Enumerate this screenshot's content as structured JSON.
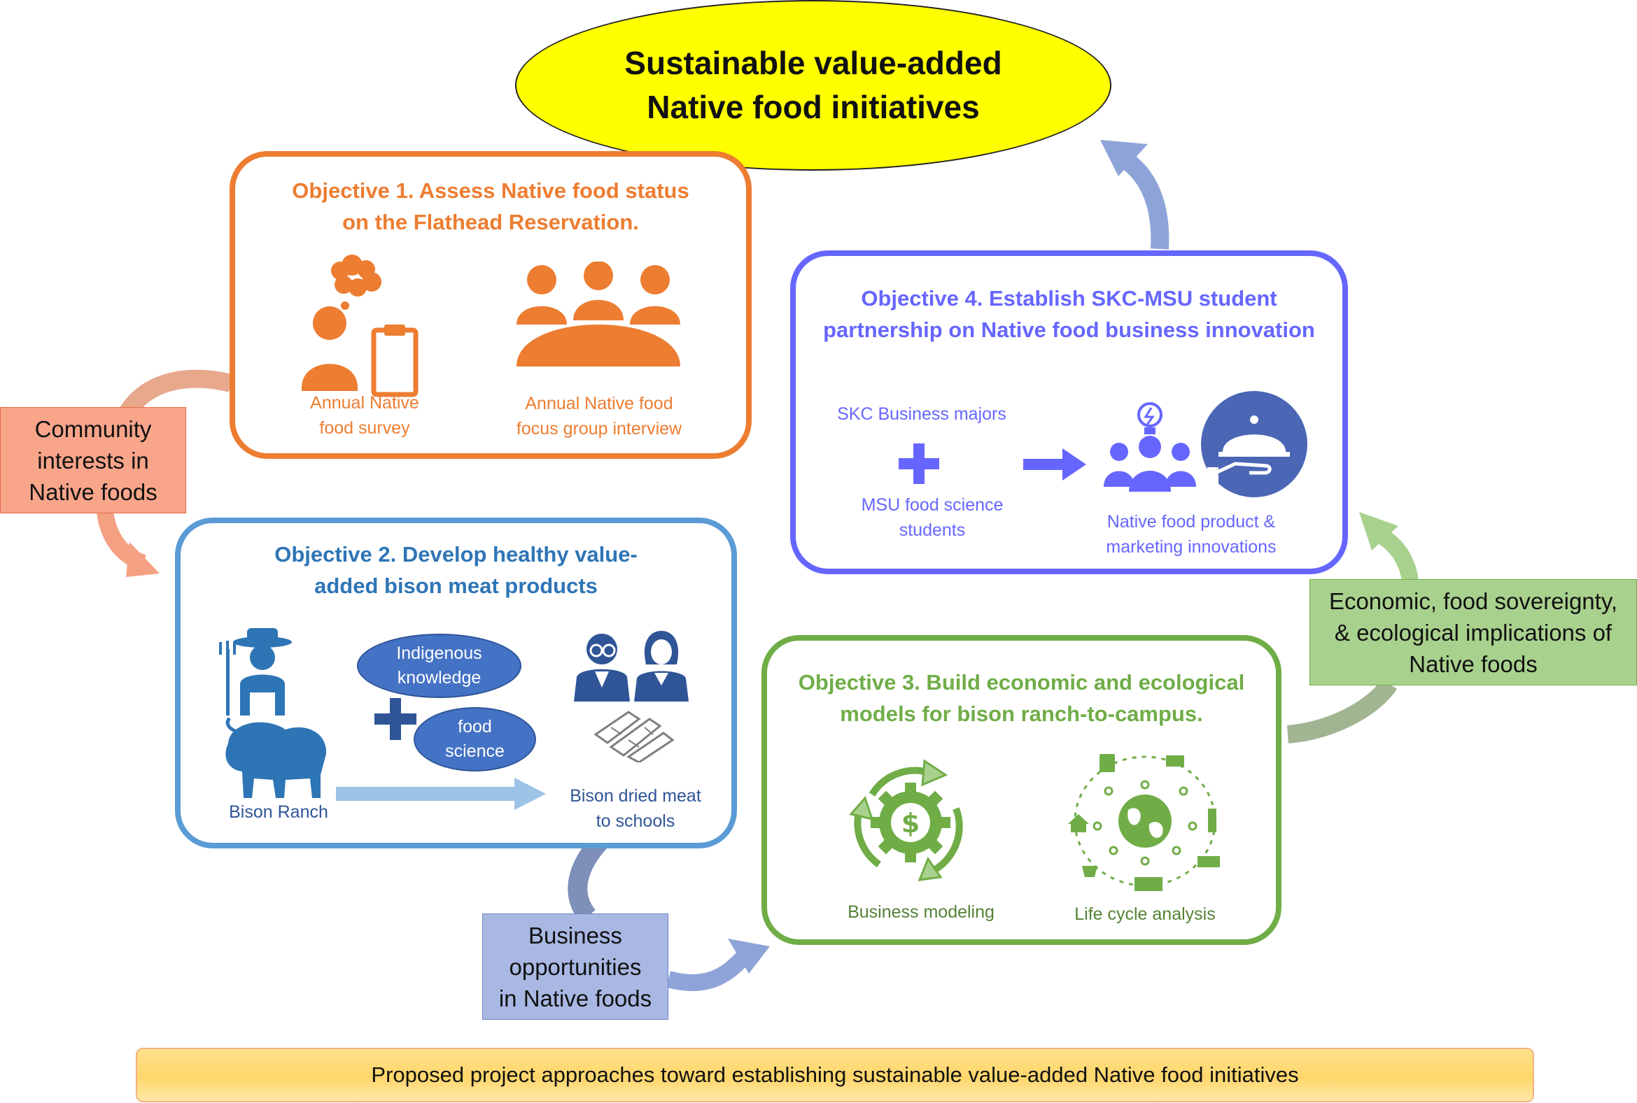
{
  "goal": {
    "line1": "Sustainable value-added",
    "line2": "Native food initiatives"
  },
  "objective1": {
    "title_line1": "Objective 1. Assess Native food status",
    "title_line2": "on the Flathead Reservation.",
    "survey_line1": "Annual Native",
    "survey_line2": "food survey",
    "focus_line1": "Annual Native food",
    "focus_line2": "focus group interview"
  },
  "objective2": {
    "title_line1": "Objective 2. Develop healthy value-",
    "title_line2": "added bison meat products",
    "ranch_label": "Bison Ranch",
    "indigenous_line1": "Indigenous",
    "indigenous_line2": "knowledge",
    "food_line1": "food",
    "food_line2": "science",
    "dried_line1": "Bison dried meat",
    "dried_line2": "to schools"
  },
  "objective3": {
    "title_line1": "Objective 3. Build economic and ecological",
    "title_line2": "models for bison ranch-to-campus.",
    "business_modeling": "Business modeling",
    "life_cycle": "Life cycle analysis"
  },
  "objective4": {
    "title_line1": "Objective 4. Establish SKC-MSU student",
    "title_line2": "partnership on Native food business innovation",
    "skc_label": "SKC Business majors",
    "msu_line1": "MSU food science",
    "msu_line2": "students",
    "innov_line1": "Native food product &",
    "innov_line2": "marketing innovations"
  },
  "side_boxes": {
    "community": [
      "Community",
      "interests in",
      "Native foods"
    ],
    "business": [
      "Business",
      "opportunities",
      "in Native foods"
    ],
    "economic": [
      "Economic, food sovereignty,",
      "& ecological implications of",
      "Native foods"
    ]
  },
  "footer": "Proposed project approaches toward establishing sustainable value-added Native food initiatives",
  "colors": {
    "objective1": "#ed7d31",
    "objective2": "#5b9bd5",
    "objective3": "#70ad47",
    "objective4": "#6666ff",
    "goal": "#ffff00"
  },
  "icons": [
    "person-thinking-survey-icon",
    "focus-group-icon",
    "farmer-icon",
    "bison-icon",
    "students-icon",
    "dried-meat-icon",
    "plus-icon",
    "dollar-gear-cycle-icon",
    "life-cycle-globe-icon",
    "team-idea-icon",
    "food-serving-cloche-icon",
    "right-arrow-icon"
  ]
}
